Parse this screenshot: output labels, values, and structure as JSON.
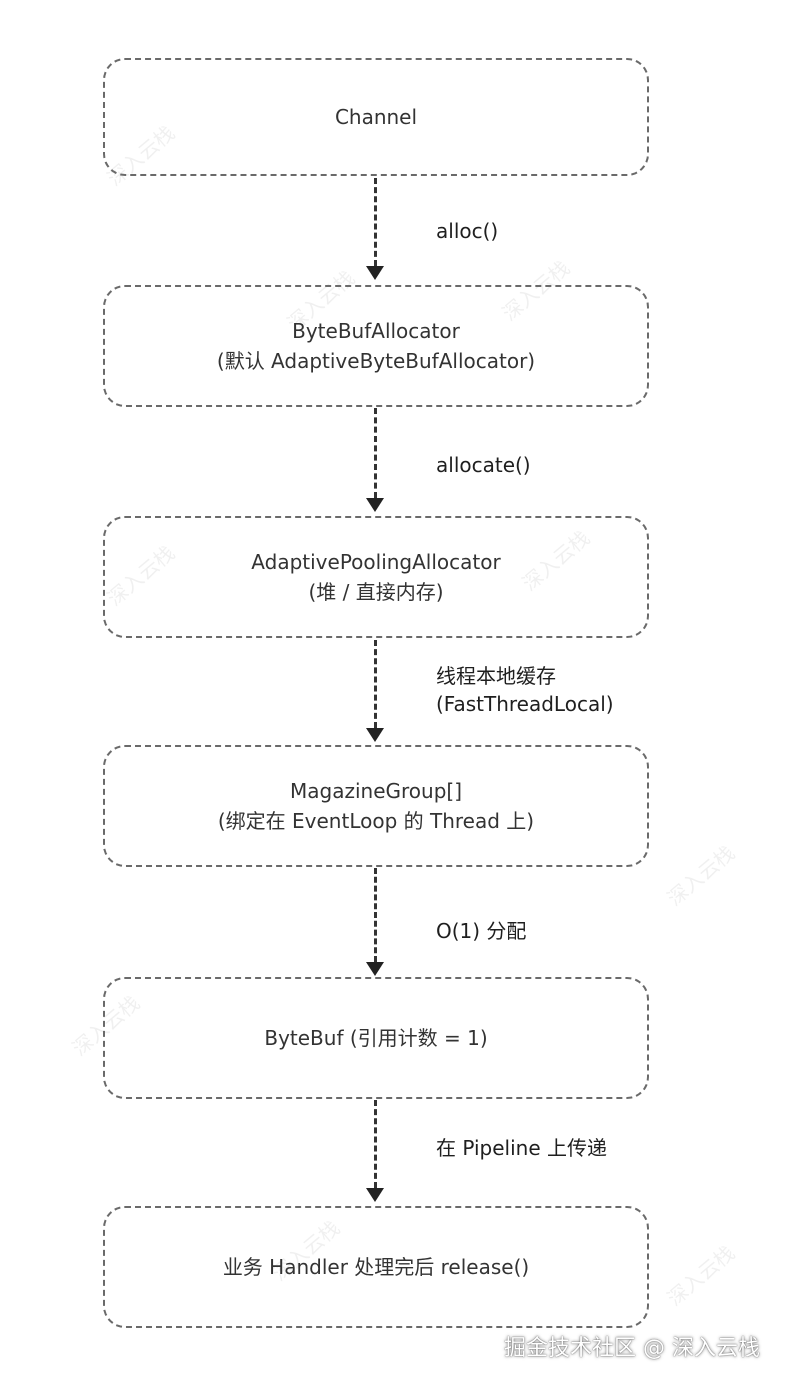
{
  "boxes": [
    {
      "lines": [
        "Channel"
      ]
    },
    {
      "lines": [
        "ByteBufAllocator",
        "(默认 AdaptiveByteBufAllocator)"
      ]
    },
    {
      "lines": [
        "AdaptivePoolingAllocator",
        "(堆 / 直接内存)"
      ]
    },
    {
      "lines": [
        "MagazineGroup[]",
        "(绑定在 EventLoop 的 Thread 上)"
      ]
    },
    {
      "lines": [
        "ByteBuf (引用计数 = 1)"
      ]
    },
    {
      "lines": [
        "业务 Handler 处理完后 release()"
      ]
    }
  ],
  "edges": [
    {
      "lines": [
        "alloc()"
      ]
    },
    {
      "lines": [
        "allocate()"
      ]
    },
    {
      "lines": [
        "线程本地缓存",
        "(FastThreadLocal)"
      ]
    },
    {
      "lines": [
        "O(1) 分配"
      ]
    },
    {
      "lines": [
        "在 Pipeline 上传递"
      ]
    }
  ],
  "watermark": "深入云栈",
  "footer": "掘金技术社区 @ 深入云栈",
  "colors": {
    "border": "#6a6a6a",
    "arrow": "#333333",
    "text": "#333333"
  }
}
